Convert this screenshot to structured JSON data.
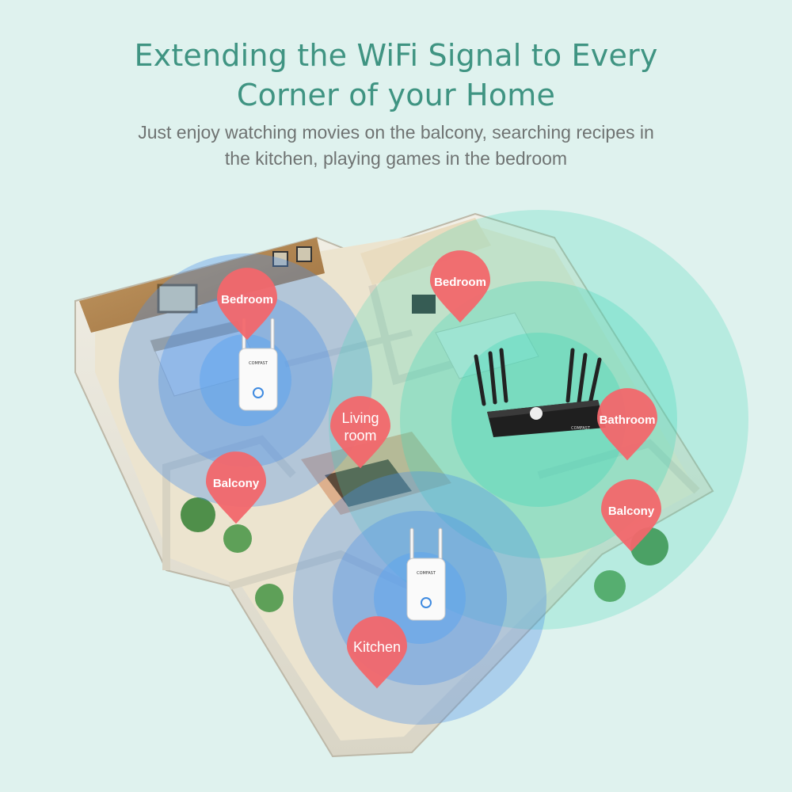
{
  "header": {
    "title_line1": "Extending the WiFi Signal to Every",
    "title_line2": "Corner of your Home",
    "subtitle_line1": "Just enjoy watching movies on the balcony, searching recipes in",
    "subtitle_line2": "the kitchen, playing games in the bedroom"
  },
  "rooms": [
    {
      "label": "Bedroom"
    },
    {
      "label": "Bedroom"
    },
    {
      "label": "Living",
      "label2": "room"
    },
    {
      "label": "Bathroom"
    },
    {
      "label": "Balcony"
    },
    {
      "label": "Balcony"
    },
    {
      "label": "Kitchen"
    }
  ],
  "devices": {
    "extender_brand": "COMFAST",
    "router_brand": "COMFAST"
  },
  "colors": {
    "background": "#dff2ee",
    "title": "#3f9482",
    "subtitle": "#6f7372",
    "pin": "#f2676c",
    "extender_signal": "#4a90e8",
    "router_signal": "#3fd8b8"
  },
  "icons": [
    "map-pin-icon",
    "wifi-extender-icon",
    "wifi-router-icon",
    "signal-circle-icon"
  ]
}
